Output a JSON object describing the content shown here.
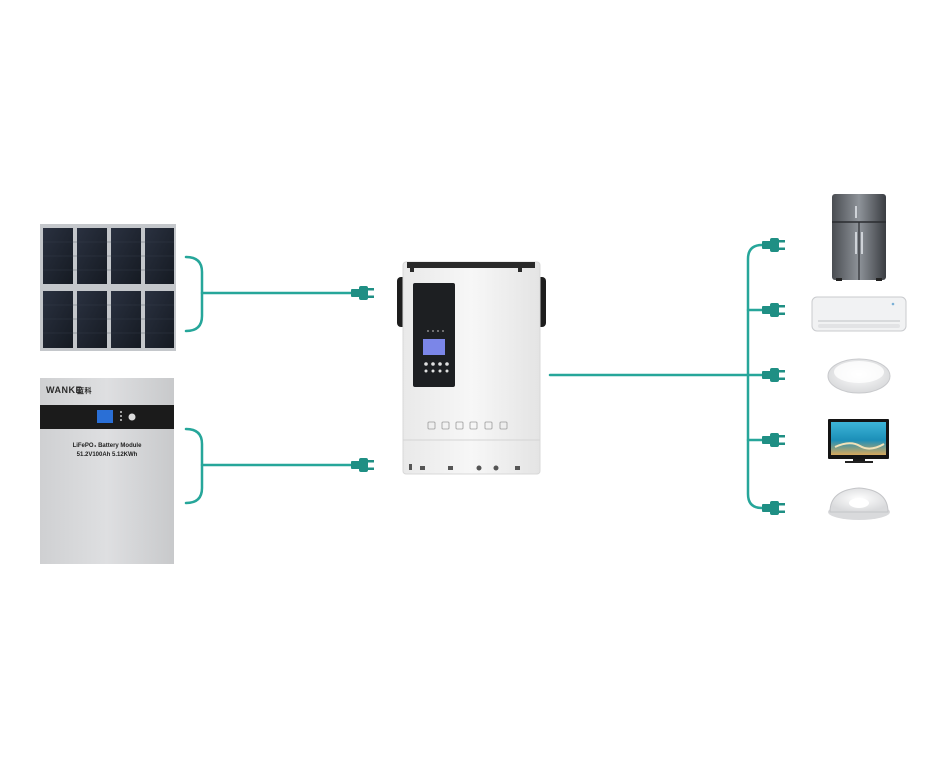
{
  "diagram": {
    "sources": {
      "solar_panels": {
        "icon": "solar-panel-icon"
      },
      "battery_module": {
        "icon": "battery-module-icon",
        "brand": "WANKE",
        "brand_suffix": "蓝科",
        "label_line1": "LiFePO₄ Battery Module",
        "label_line2": "51.2V100Ah  5.12KWh"
      }
    },
    "inverter": {
      "icon": "hybrid-inverter-icon"
    },
    "loads": [
      {
        "icon": "refrigerator-icon"
      },
      {
        "icon": "air-conditioner-icon"
      },
      {
        "icon": "ceiling-light-icon"
      },
      {
        "icon": "television-icon"
      },
      {
        "icon": "ceiling-lamp-icon"
      }
    ],
    "colors": {
      "connector": "#26a69a",
      "plug": "#1f8f84",
      "panel_cell": "#1e2430",
      "panel_frame": "#b9bdc2",
      "battery_body": "#d6d7d9",
      "battery_band": "#1b1b1b",
      "inverter_body": "#f4f4f4"
    }
  }
}
